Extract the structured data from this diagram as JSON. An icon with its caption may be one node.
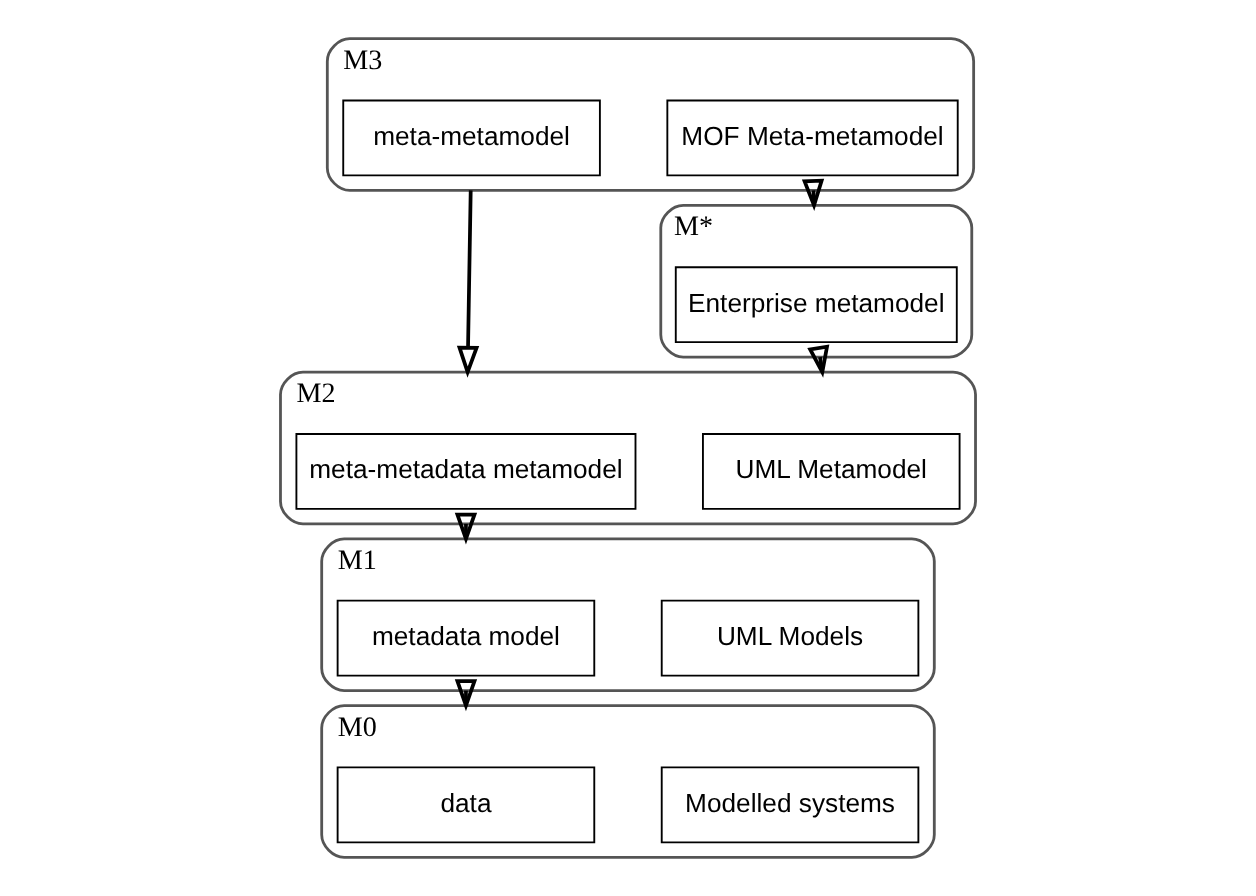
{
  "diagram": {
    "nodes": [
      {
        "text": [
          "M3"
        ]
      },
      {
        "text": [
          "meta-metamodel"
        ],
        "in": 0
      },
      {
        "text": [
          "MOF Meta-metamodel"
        ],
        "in": 0
      },
      {
        "text": [
          "M*"
        ]
      },
      {
        "text": [
          "Enterprise metamodel"
        ],
        "in": 3
      },
      {
        "text": [
          "M2"
        ]
      },
      {
        "text": [
          "meta-metadata metamodel"
        ],
        "in": 5
      },
      {
        "text": [
          "UML Metamodel"
        ],
        "in": 5
      },
      {
        "text": [
          "M1"
        ]
      },
      {
        "text": [
          "metadata model"
        ],
        "in": 8
      },
      {
        "text": [
          "UML Models"
        ],
        "in": 8
      },
      {
        "text": [
          "M0"
        ]
      },
      {
        "text": [
          "data"
        ],
        "in": 11
      },
      {
        "text": [
          "Modelled systems"
        ],
        "in": 11
      }
    ],
    "edges": [
      {
        "from": 0,
        "to": 5,
        "arrow": "to"
      },
      {
        "from": 0,
        "to": 3,
        "arrow": "to"
      },
      {
        "from": 3,
        "to": 5,
        "arrow": "to"
      },
      {
        "from": 5,
        "to": 8,
        "arrow": "to"
      },
      {
        "from": 8,
        "to": 11,
        "arrow": "to"
      }
    ]
  }
}
